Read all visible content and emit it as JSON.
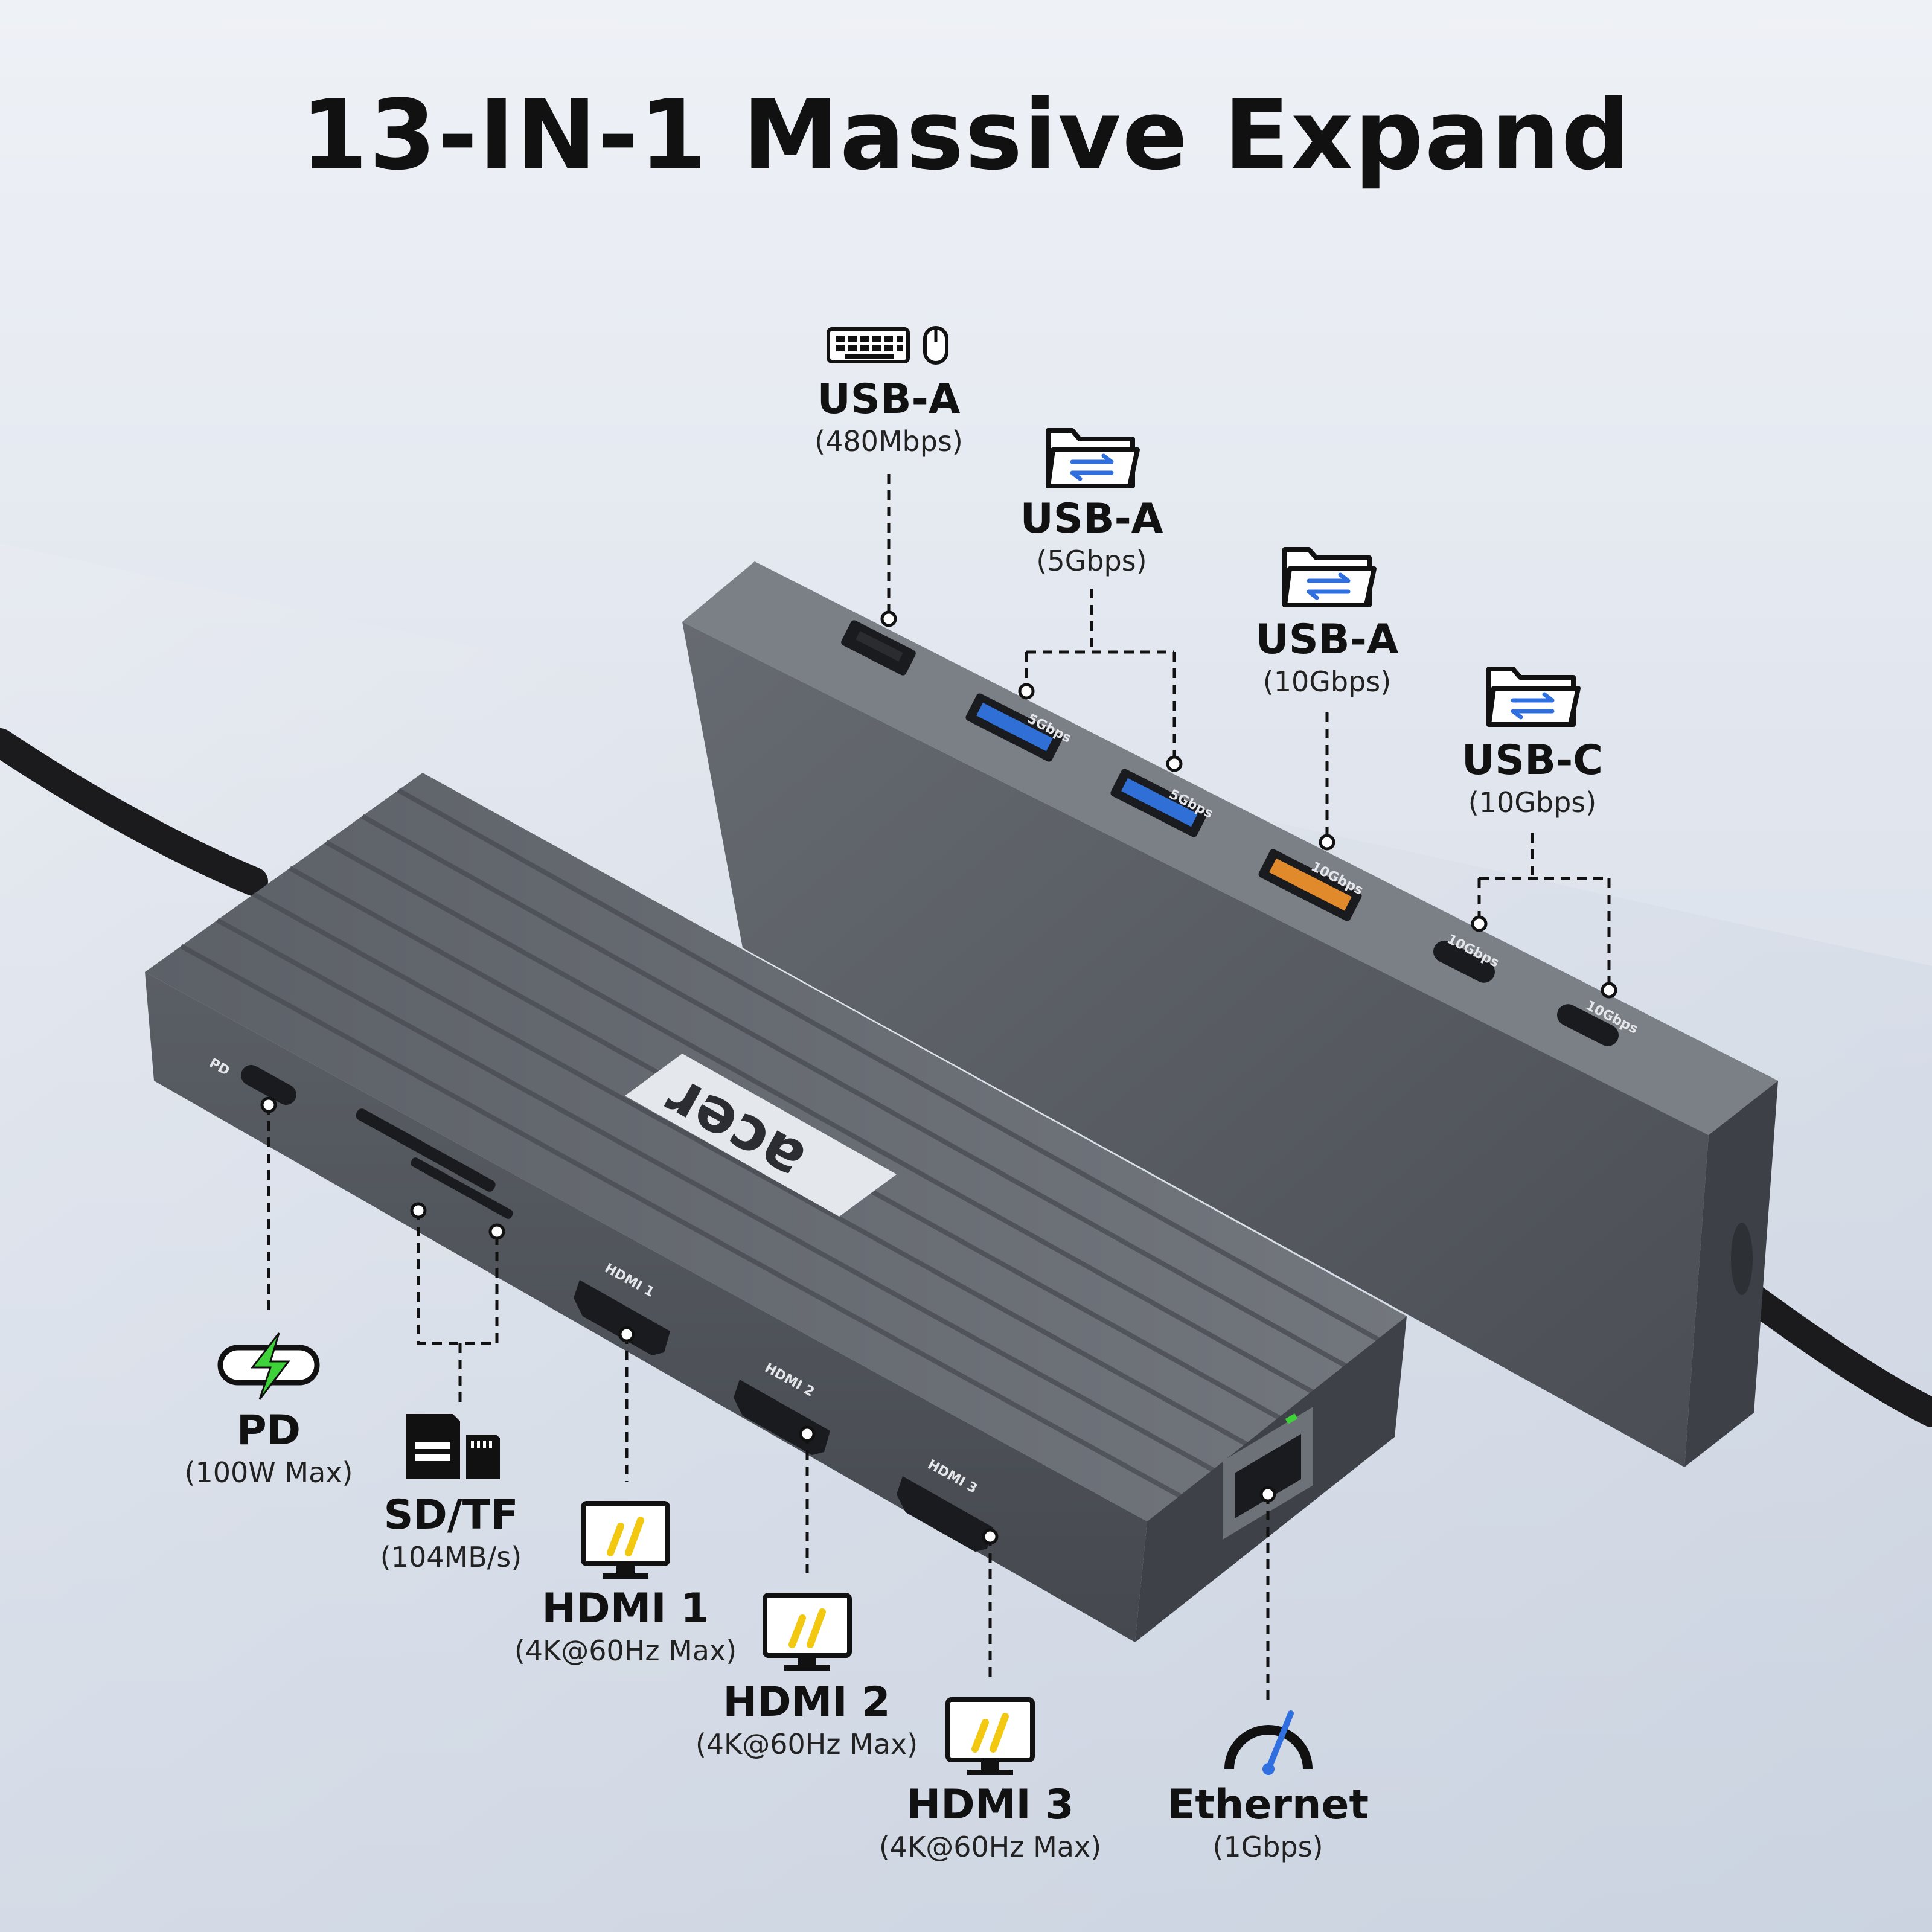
{
  "title": "13-IN-1 Massive Expand",
  "brand": "acer",
  "ports": {
    "usb_a_480": {
      "name": "USB-A",
      "spec": "(480Mbps)"
    },
    "usb_a_5g": {
      "name": "USB-A",
      "spec": "(5Gbps)"
    },
    "usb_a_10g": {
      "name": "USB-A",
      "spec": "(10Gbps)"
    },
    "usb_c_10g": {
      "name": "USB-C",
      "spec": "(10Gbps)"
    },
    "pd": {
      "name": "PD",
      "spec": "(100W Max)"
    },
    "sd_tf": {
      "name": "SD/TF",
      "spec": "(104MB/s)"
    },
    "hdmi1": {
      "name": "HDMI 1",
      "spec": "(4K@60Hz Max)"
    },
    "hdmi2": {
      "name": "HDMI 2",
      "spec": "(4K@60Hz Max)"
    },
    "hdmi3": {
      "name": "HDMI 3",
      "spec": "(4K@60Hz Max)"
    },
    "ethernet": {
      "name": "Ethernet",
      "spec": "(1Gbps)"
    }
  },
  "port_printing": {
    "speed_5g": "5Gbps",
    "speed_10g": "10Gbps",
    "pd_mark": "PD",
    "hdmi1": "HDMI 1",
    "hdmi2": "HDMI 2",
    "hdmi3": "HDMI 3"
  },
  "colors": {
    "housing": "#55595f",
    "usb3_blue": "#2f6fd6",
    "usb_10g_orange": "#e08a2c",
    "pd_green": "#3fd13a",
    "hdmi_yellow": "#f2c811",
    "transfer_blue": "#2f6fe0"
  },
  "icons": [
    "keyboard-icon",
    "mouse-icon",
    "folder-transfer-icon",
    "charging-icon",
    "sd-card-icon",
    "monitor-icon",
    "speedometer-icon"
  ]
}
